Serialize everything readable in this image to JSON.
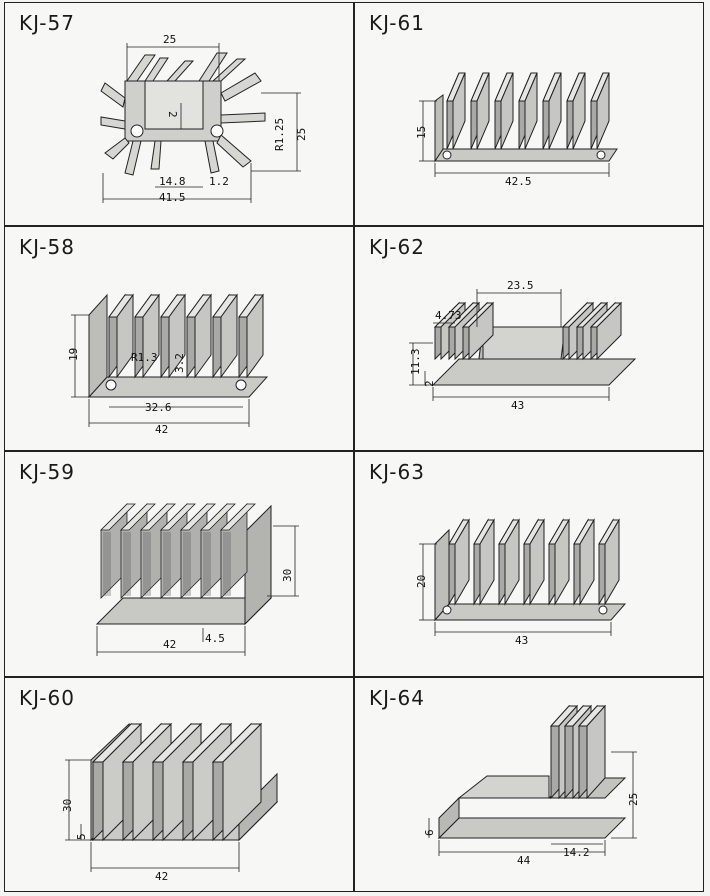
{
  "panels": [
    {
      "id": "kj57",
      "title": "KJ-57",
      "dims": [
        "25",
        "2",
        "R1.25",
        "25",
        "14.8",
        "1.2",
        "41.5"
      ]
    },
    {
      "id": "kj61",
      "title": "KJ-61",
      "dims": [
        "15",
        "42.5"
      ]
    },
    {
      "id": "kj58",
      "title": "KJ-58",
      "dims": [
        "19",
        "R1.3",
        "3.2",
        "32.6",
        "42"
      ]
    },
    {
      "id": "kj62",
      "title": "KJ-62",
      "dims": [
        "23.5",
        "4.73",
        "11.3",
        "2",
        "43"
      ]
    },
    {
      "id": "kj59",
      "title": "KJ-59",
      "dims": [
        "30",
        "42",
        "4.5"
      ]
    },
    {
      "id": "kj63",
      "title": "KJ-63",
      "dims": [
        "20",
        "43"
      ]
    },
    {
      "id": "kj60",
      "title": "KJ-60",
      "dims": [
        "30",
        "5",
        "42"
      ]
    },
    {
      "id": "kj64",
      "title": "KJ-64",
      "dims": [
        "25",
        "6",
        "44",
        "14.2"
      ]
    }
  ],
  "colors": {
    "metal_light": "#d9d9d6",
    "metal_mid": "#b9b9b6",
    "metal_dark": "#8f8f8c",
    "line": "#222222"
  }
}
